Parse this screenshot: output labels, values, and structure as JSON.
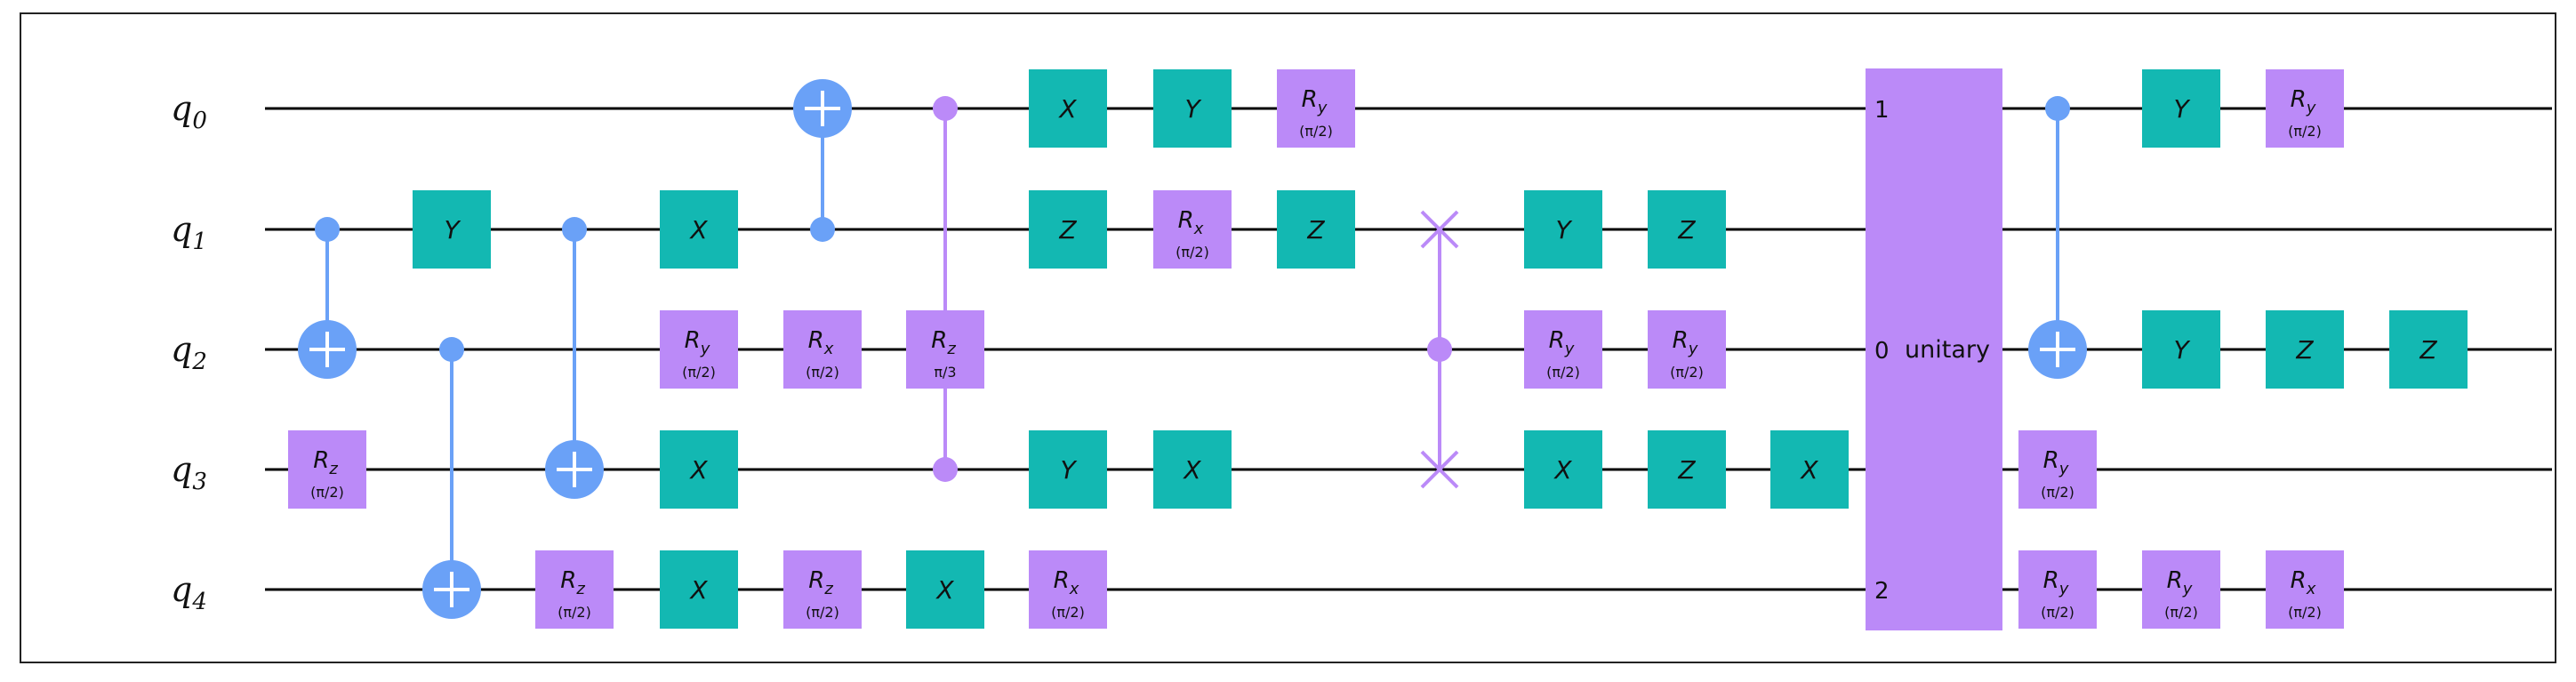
{
  "circuit": {
    "qubits": [
      "q",
      "q",
      "q",
      "q",
      "q"
    ],
    "qubit_indices": [
      "0",
      "1",
      "2",
      "3",
      "4"
    ],
    "colors": {
      "pauli": "#13b8b2",
      "rotation": "#bb8af8",
      "control": "#6aa1f7",
      "swap_or_cz": "#bb8af8",
      "wire": "#000000",
      "unitary": "#bb8af8"
    },
    "gates": [
      {
        "col": 1,
        "type": "rot",
        "q": 3,
        "name": "R",
        "sub": "z",
        "param": "(π/2)"
      },
      {
        "col": 1,
        "type": "cnot",
        "ctrl": 1,
        "tgt": 2
      },
      {
        "col": 2,
        "type": "single",
        "q": 1,
        "name": "Y"
      },
      {
        "col": 2,
        "type": "cnot",
        "ctrl": 2,
        "tgt": 4
      },
      {
        "col": 3,
        "type": "cnot",
        "ctrl": 1,
        "tgt": 3
      },
      {
        "col": 3,
        "type": "rot",
        "q": 4,
        "name": "R",
        "sub": "z",
        "param": "(π/2)"
      },
      {
        "col": 4,
        "type": "single",
        "q": 1,
        "name": "X"
      },
      {
        "col": 4,
        "type": "rot",
        "q": 2,
        "name": "R",
        "sub": "y",
        "param": "(π/2)"
      },
      {
        "col": 4,
        "type": "single",
        "q": 3,
        "name": "X"
      },
      {
        "col": 4,
        "type": "single",
        "q": 4,
        "name": "X"
      },
      {
        "col": 5,
        "type": "cnot",
        "ctrl": 1,
        "tgt": 0
      },
      {
        "col": 5,
        "type": "rot",
        "q": 2,
        "name": "R",
        "sub": "x",
        "param": "(π/2)"
      },
      {
        "col": 5,
        "type": "rot",
        "q": 4,
        "name": "R",
        "sub": "z",
        "param": "(π/2)"
      },
      {
        "col": 6,
        "type": "cz_wire",
        "from": 0,
        "to": 3
      },
      {
        "col": 6,
        "type": "rot",
        "q": 2,
        "name": "R",
        "sub": "z",
        "param": "π/3"
      },
      {
        "col": 6,
        "type": "single",
        "q": 4,
        "name": "X"
      },
      {
        "col": 7,
        "type": "single",
        "q": 0,
        "name": "X"
      },
      {
        "col": 7,
        "type": "single",
        "q": 1,
        "name": "Z"
      },
      {
        "col": 7,
        "type": "single",
        "q": 3,
        "name": "Y"
      },
      {
        "col": 7,
        "type": "rot",
        "q": 4,
        "name": "R",
        "sub": "x",
        "param": "(π/2)"
      },
      {
        "col": 8,
        "type": "single",
        "q": 0,
        "name": "Y"
      },
      {
        "col": 8,
        "type": "rot",
        "q": 1,
        "name": "R",
        "sub": "x",
        "param": "(π/2)"
      },
      {
        "col": 8,
        "type": "single",
        "q": 3,
        "name": "X"
      },
      {
        "col": 9,
        "type": "rot",
        "q": 0,
        "name": "R",
        "sub": "y",
        "param": "(π/2)"
      },
      {
        "col": 9,
        "type": "single",
        "q": 1,
        "name": "Z"
      },
      {
        "col": 10,
        "type": "cswap",
        "ctrl": 2,
        "a": 1,
        "b": 3
      },
      {
        "col": 11,
        "type": "single",
        "q": 1,
        "name": "Y"
      },
      {
        "col": 11,
        "type": "rot",
        "q": 2,
        "name": "R",
        "sub": "y",
        "param": "(π/2)"
      },
      {
        "col": 11,
        "type": "single",
        "q": 3,
        "name": "X"
      },
      {
        "col": 12,
        "type": "single",
        "q": 1,
        "name": "Z"
      },
      {
        "col": 12,
        "type": "rot",
        "q": 2,
        "name": "R",
        "sub": "y",
        "param": "(π/2)"
      },
      {
        "col": 12,
        "type": "single",
        "q": 3,
        "name": "Z"
      },
      {
        "col": 13,
        "type": "single",
        "q": 3,
        "name": "X"
      },
      {
        "col": 14,
        "type": "unitary",
        "label": "unitary",
        "ports": [
          {
            "q": 0,
            "label": "1"
          },
          {
            "q": 2,
            "label": "0"
          },
          {
            "q": 4,
            "label": "2"
          }
        ]
      },
      {
        "col": 15,
        "type": "cnot",
        "ctrl": 0,
        "tgt": 2
      },
      {
        "col": 15,
        "type": "rot",
        "q": 3,
        "name": "R",
        "sub": "y",
        "param": "(π/2)"
      },
      {
        "col": 15,
        "type": "rot",
        "q": 4,
        "name": "R",
        "sub": "y",
        "param": "(π/2)"
      },
      {
        "col": 16,
        "type": "single",
        "q": 0,
        "name": "Y"
      },
      {
        "col": 16,
        "type": "single",
        "q": 2,
        "name": "Y"
      },
      {
        "col": 16,
        "type": "rot",
        "q": 4,
        "name": "R",
        "sub": "y",
        "param": "(π/2)"
      },
      {
        "col": 17,
        "type": "rot",
        "q": 0,
        "name": "R",
        "sub": "y",
        "param": "(π/2)"
      },
      {
        "col": 17,
        "type": "single",
        "q": 2,
        "name": "Z"
      },
      {
        "col": 17,
        "type": "rot",
        "q": 4,
        "name": "R",
        "sub": "x",
        "param": "(π/2)"
      },
      {
        "col": 18,
        "type": "single",
        "q": 2,
        "name": "Z"
      }
    ]
  }
}
